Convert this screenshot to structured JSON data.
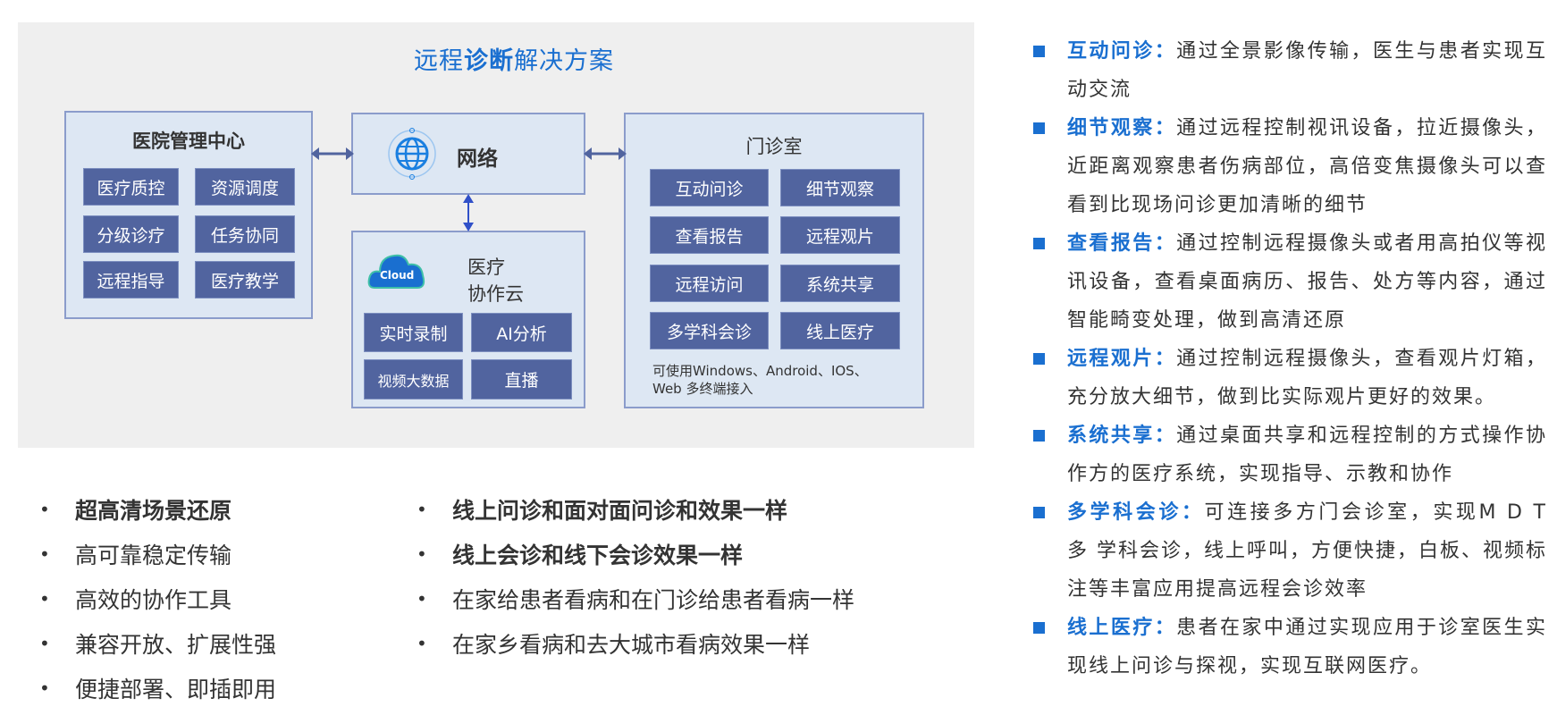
{
  "diagram": {
    "title_a": "远程",
    "title_b": "诊断",
    "title_c": "解决方案",
    "hospital": {
      "title": "医院管理中心",
      "cells": [
        "医疗质控",
        "资源调度",
        "分级诊疗",
        "任务协同",
        "远程指导",
        "医疗教学"
      ]
    },
    "network": {
      "title": "网络"
    },
    "cloud": {
      "logo": "Cloud",
      "title_1": "医疗",
      "title_2": "协作云",
      "cells": [
        "实时录制",
        "AI分析",
        "视频大数据",
        "直播"
      ]
    },
    "clinic": {
      "title": "门诊室",
      "cells": [
        "互动问诊",
        "细节观察",
        "查看报告",
        "远程观片",
        "远程访问",
        "系统共享",
        "多学科会诊",
        "线上医疗"
      ],
      "note_1": "可使用Windows、Android、IOS、",
      "note_2": "Web  多终端接入"
    },
    "colors": {
      "accent": "#1a6fd0",
      "cell": "#51649f",
      "panel": "#dde7f3"
    }
  },
  "features_left": [
    {
      "text": "超高清场景还原",
      "bold": true
    },
    {
      "text": "高可靠稳定传输"
    },
    {
      "text": "高效的协作工具"
    },
    {
      "text": "兼容开放、扩展性强"
    },
    {
      "text": "便捷部署、即插即用"
    }
  ],
  "features_right": [
    {
      "text": "线上问诊和面对面问诊和效果一样",
      "bold": true
    },
    {
      "text": "线上会诊和线下会诊效果一样",
      "bold": true
    },
    {
      "text": "在家给患者看病和在门诊给患者看病一样"
    },
    {
      "text": "在家乡看病和去大城市看病效果一样"
    }
  ],
  "bullet": "•",
  "details": [
    {
      "label": "互动问诊：",
      "text": "通过全景影像传输，医生与患者实现互动交流"
    },
    {
      "label": "细节观察：",
      "text": "通过远程控制视讯设备，拉近摄像头，近距离观察患者伤病部位，高倍变焦摄像头可以查看到比现场问诊更加清晰的细节"
    },
    {
      "label": "查看报告：",
      "text": "通过控制远程摄像头或者用高拍仪等视讯设备，查看桌面病历、报告、处方等内容，通过智能畸变处理，做到高清还原"
    },
    {
      "label": "远程观片：",
      "text": "通过控制远程摄像头，查看观片灯箱，充分放大细节，做到比实际观片更好的效果。"
    },
    {
      "label": "系统共享：",
      "text": "通过桌面共享和远程控制的方式操作协作方的医疗系统，实现指导、示教和协作"
    },
    {
      "label": "多学科会诊：",
      "text": "可连接多方门会诊室，实现M D T 多 学科会诊，线上呼叫，方便快捷，白板、视频标 注等丰富应用提高远程会诊效率"
    },
    {
      "label": "线上医疗：",
      "text": "患者在家中通过实现应用于诊室医生实现线上问诊与探视，实现互联网医疗。"
    }
  ]
}
